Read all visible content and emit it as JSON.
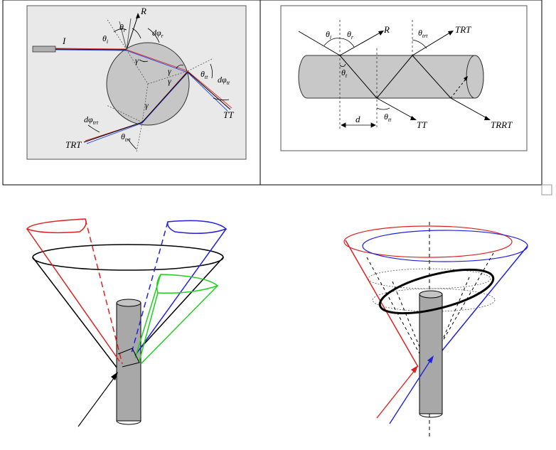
{
  "panel_top_left": {
    "labels": {
      "R": "R",
      "I": "I",
      "theta_i": "θ",
      "theta_i_sub": "i",
      "theta_r": "θ",
      "theta_r_sub": "r",
      "dphi_r": "dφ",
      "dphi_r_sub": "r",
      "gamma1": "γ",
      "gamma2": "γ",
      "gamma3": "γ",
      "gamma4": "γ",
      "theta_tt": "θ",
      "theta_tt_sub": "tt",
      "dphi_tt": "dφ",
      "dphi_tt_sub": "tt",
      "TT": "TT",
      "dphi_trt": "dφ",
      "dphi_trt_sub": "trt",
      "TRT": "TRT",
      "theta_trt": "θ",
      "theta_trt_sub": "trt"
    },
    "colors": {
      "ray_red": "#e03030",
      "ray_blue": "#3050e0",
      "fiber": "#c8c8c8",
      "panel_bg": "#e8e8e8"
    }
  },
  "panel_top_right": {
    "labels": {
      "theta_i": "θ",
      "theta_i_sub": "i",
      "theta_r": "θ",
      "theta_r_sub": "r",
      "R": "R",
      "theta_t": "θ",
      "theta_t_sub": "t",
      "theta_trt": "θ",
      "theta_trt_sub": "trt",
      "TRT": "TRT",
      "d": "d",
      "theta_tt": "θ",
      "theta_tt_sub": "tt",
      "TT": "TT",
      "TRRT": "TRRT"
    }
  },
  "colors": {
    "red": "#e02020",
    "blue": "#2020e0",
    "green": "#20d020",
    "black": "#000000",
    "cylinder": "#a8a8a8"
  }
}
